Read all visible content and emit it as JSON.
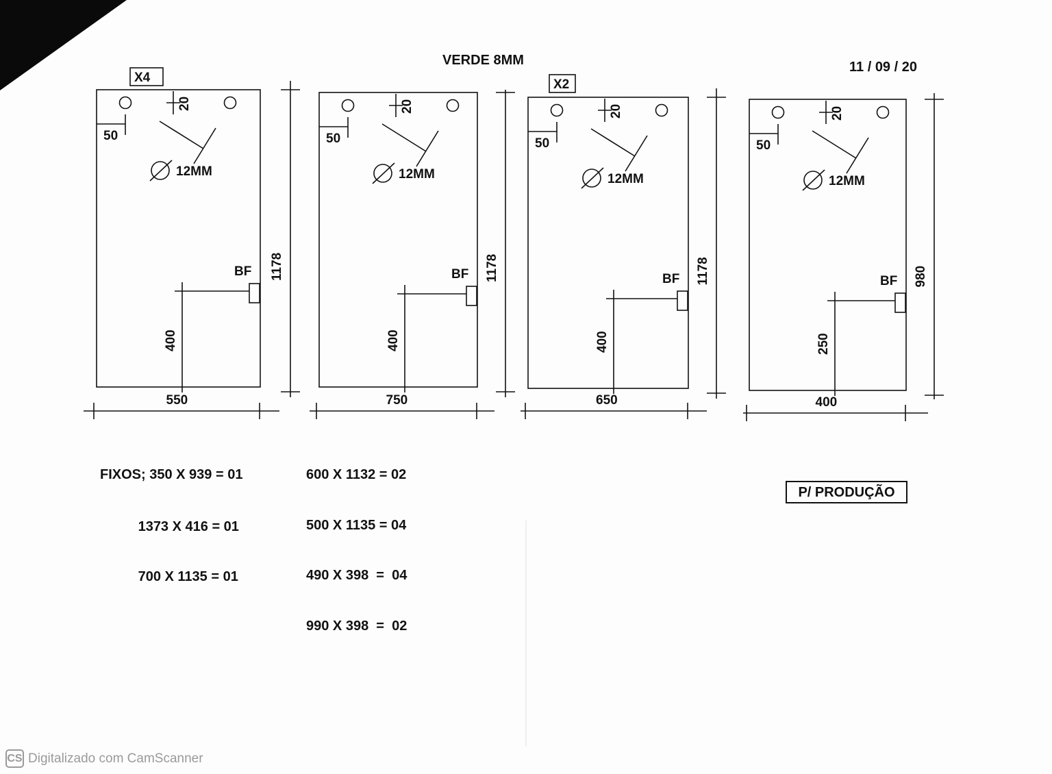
{
  "header": {
    "material": "VERDE 8MM",
    "date": "11 / 09 / 20"
  },
  "symbols": {
    "diameter": "⌀",
    "cs_logo": "CS"
  },
  "panels": [
    {
      "qty": "X4",
      "width": "550",
      "height": "1178",
      "hole_label": "12MM",
      "top_offset": "20",
      "side_offset": "50",
      "bf": "BF",
      "bf_height": "400"
    },
    {
      "qty": "",
      "width": "750",
      "height": "1178",
      "hole_label": "12MM",
      "top_offset": "20",
      "side_offset": "50",
      "bf": "BF",
      "bf_height": "400"
    },
    {
      "qty": "X2",
      "width": "650",
      "height": "1178",
      "hole_label": "12MM",
      "top_offset": "20",
      "side_offset": "50",
      "bf": "BF",
      "bf_height": "400"
    },
    {
      "qty": "",
      "width": "400",
      "height": "980",
      "hole_label": "12MM",
      "top_offset": "20",
      "side_offset": "50",
      "bf": "BF",
      "bf_height": "250"
    }
  ],
  "fixed_list_left": [
    "FIXOS; 350 X 939 = 01",
    "          1373 X 416 = 01",
    "          700 X 1135 = 01"
  ],
  "fixed_list_right": [
    "600 X 1132 = 02",
    "500 X 1135 = 04",
    "490 X 398  =  04",
    "990 X 398  =  02"
  ],
  "stamp": "P/ PRODUÇÃO",
  "footer": "Digitalizado com CamScanner"
}
